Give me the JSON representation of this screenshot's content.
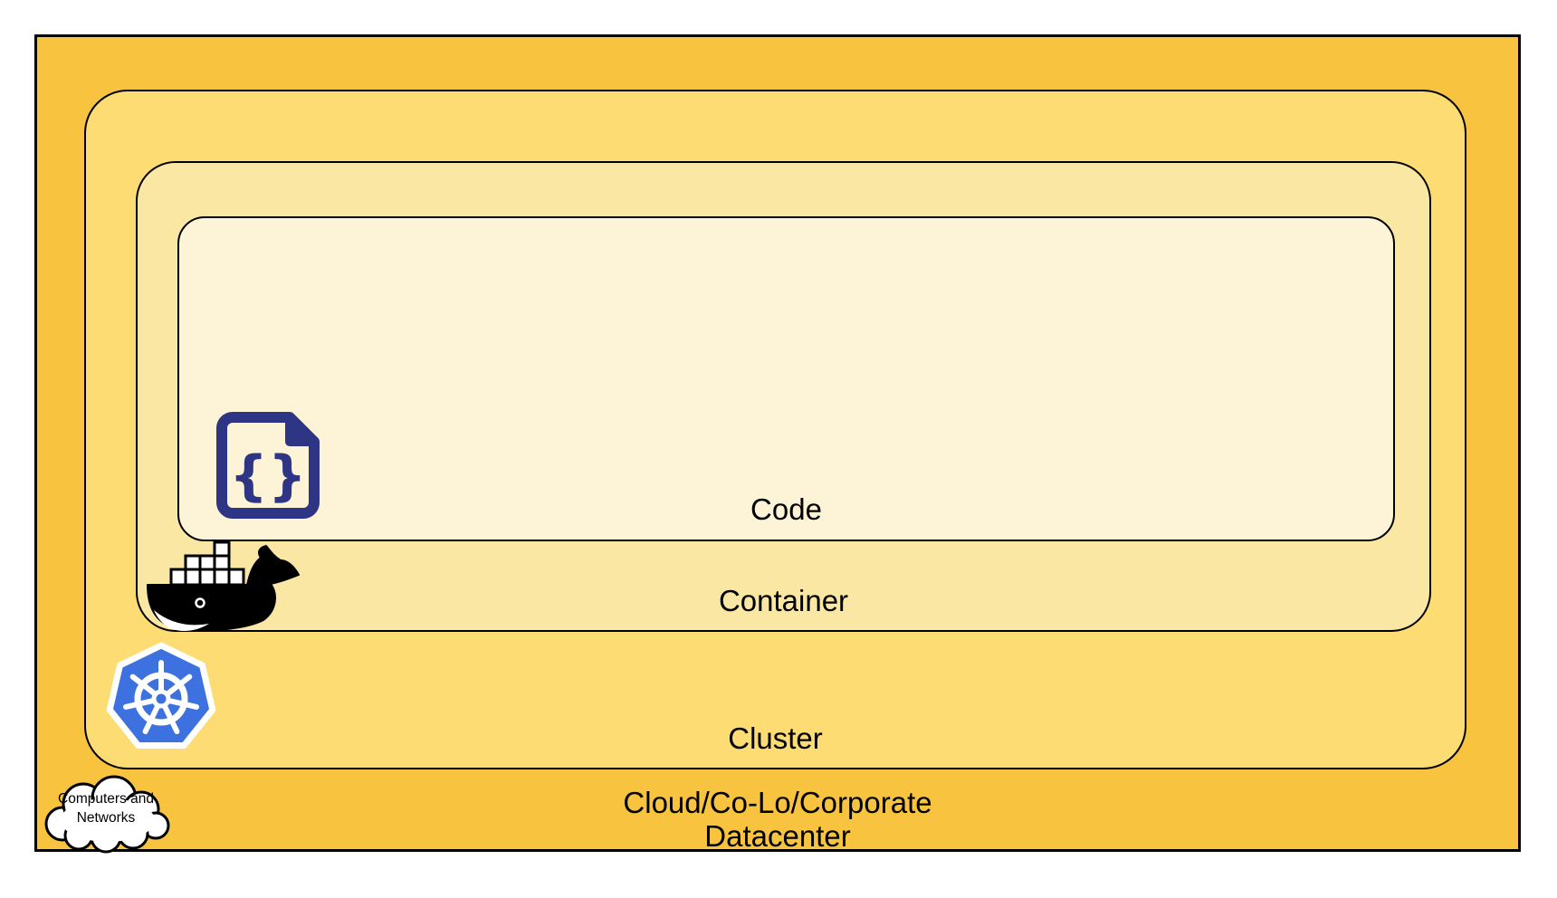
{
  "diagram": {
    "title": "Code / Container / Cluster / Cloud nested architecture diagram",
    "layers": {
      "code": {
        "label": "Code"
      },
      "container": {
        "label": "Container"
      },
      "cluster": {
        "label": "Cluster"
      },
      "datacenter": {
        "label_line1": "Cloud/Co-Lo/Corporate",
        "label_line2": "Datacenter"
      }
    },
    "cloud_callout": {
      "line1": "Computers and",
      "line2": "Networks"
    },
    "icons": {
      "code": "code-file-icon",
      "container": "docker-whale-icon",
      "cluster": "kubernetes-helm-icon",
      "datacenter": "computers-networks-cloud-icon"
    },
    "colors": {
      "datacenter_fill": "#F8C440",
      "cluster_fill": "#FDDC74",
      "container_fill": "#FBE7A4",
      "code_fill": "#FDF4D7",
      "outline": "#000000",
      "code_icon_navy": "#2E3585",
      "kubernetes_blue": "#3D71E0",
      "docker_black": "#000000",
      "cloud_fill": "#FFFFFF"
    }
  }
}
